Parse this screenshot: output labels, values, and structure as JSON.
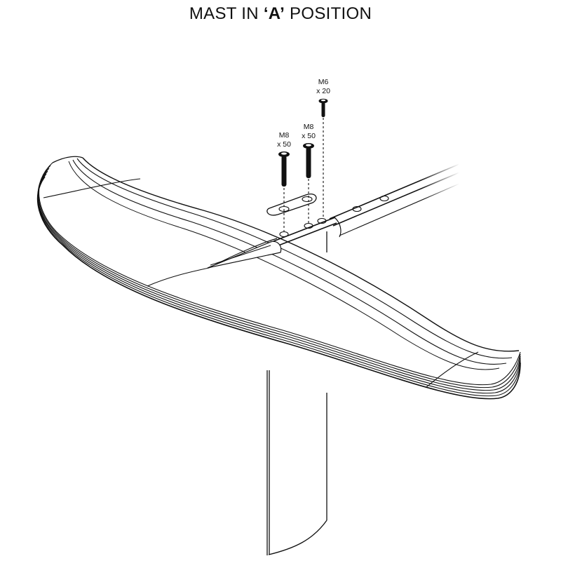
{
  "title": {
    "prefix": "MAST IN ",
    "highlight": "‘A’",
    "suffix": " POSITION"
  },
  "screws": [
    {
      "id": "screw-left",
      "size": "M8",
      "length": "x 50"
    },
    {
      "id": "screw-middle",
      "size": "M8",
      "length": "x 50"
    },
    {
      "id": "screw-right",
      "size": "M6",
      "length": "x 20"
    }
  ],
  "colors": {
    "line": "#111111",
    "background": "#ffffff"
  }
}
